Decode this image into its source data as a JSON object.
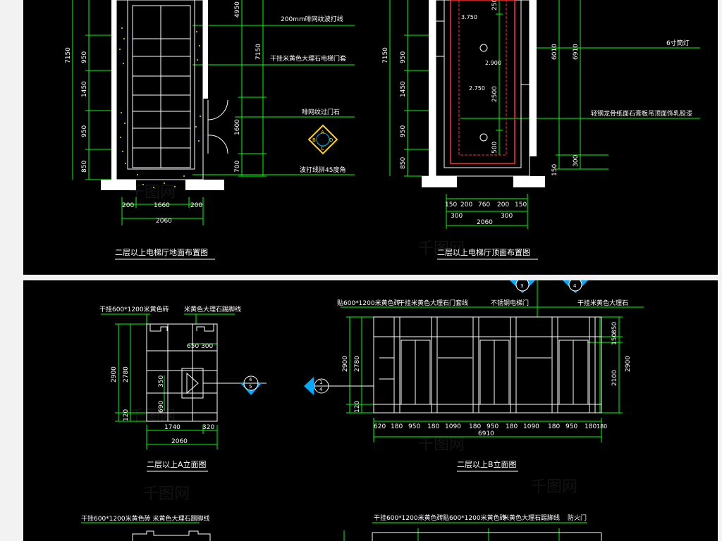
{
  "top_left": {
    "title": "二层以上电梯厅地面布置图",
    "v_left": [
      "7150",
      "950",
      "1450",
      "950",
      "850"
    ],
    "v_right": [
      "4950",
      "7150",
      "1600",
      "700"
    ],
    "h_dims": [
      "200",
      "1660",
      "200"
    ],
    "total": "2060",
    "callouts": [
      "200mm啡网纹波打线",
      "干挂米黄色大理石电梯门套",
      "啡网纹过门石",
      "波打线拼45度角"
    ],
    "symbol_letters": [
      "A",
      "B",
      "C",
      "D"
    ]
  },
  "top_right": {
    "title": "二层以上电梯厅顶面布置图",
    "v_left": [
      "7150",
      "950",
      "1450",
      "950",
      "850"
    ],
    "v_inner": [
      "250",
      "2500",
      "500"
    ],
    "v_right": [
      "6010",
      "6910",
      "150",
      "300"
    ],
    "levels": [
      "3.750",
      "2.900",
      "2.750"
    ],
    "h_dims": [
      "150",
      "200",
      "760",
      "200",
      "150"
    ],
    "h_dims2": [
      "300",
      "300"
    ],
    "total": "2060",
    "callouts": [
      "6寸筒灯",
      "轻钢龙骨纸面石膏板吊顶面饰乳胶漆"
    ]
  },
  "elev_a": {
    "title": "二层以上A立面图",
    "callouts": [
      "干挂600*1200米黄色砖",
      "米黄色大理石踢脚线"
    ],
    "v_dims": [
      "2900",
      "2780",
      "120"
    ],
    "inner_dims": [
      "650",
      "300",
      "350",
      "690"
    ],
    "h_dims": [
      "1740",
      "320"
    ],
    "total": "2060",
    "marker": {
      "top": "4",
      "bottom": "5"
    }
  },
  "elev_b": {
    "title": "二层以上B立面图",
    "callouts": [
      "贴600*1200米黄色砖",
      "干挂米黄色大理石门套线",
      "不锈钢电梯门",
      "干挂米黄色大理石"
    ],
    "v_left": [
      "2900",
      "2780",
      "120"
    ],
    "v_right": [
      "850",
      "150",
      "2100",
      "2900"
    ],
    "h_dims": [
      "620",
      "180",
      "950",
      "180",
      "1090",
      "180",
      "950",
      "180",
      "1090",
      "180",
      "950",
      "180",
      "180"
    ],
    "total": "6910",
    "markers": [
      {
        "top": "1",
        "bottom": "4"
      },
      {
        "top": "3"
      },
      {
        "top": "4"
      }
    ]
  },
  "bottom_partial": {
    "callouts_left": "干挂600*1200米黄色砖 米黄色大理石踢脚线",
    "callouts_right": [
      "干挂600*1200米黄色砖",
      "贴600*1200米黄色砖",
      "米黄色大理石踢脚线",
      "防火门"
    ]
  },
  "watermark": "千图网",
  "colors": {
    "background": "#000000",
    "dimension": "#00ff00",
    "linework": "#ffffff",
    "ceiling_frame": "#ff3030",
    "fill_dots": "#ffd400",
    "symbol": "#ffd400",
    "marker": "#00aaff"
  }
}
